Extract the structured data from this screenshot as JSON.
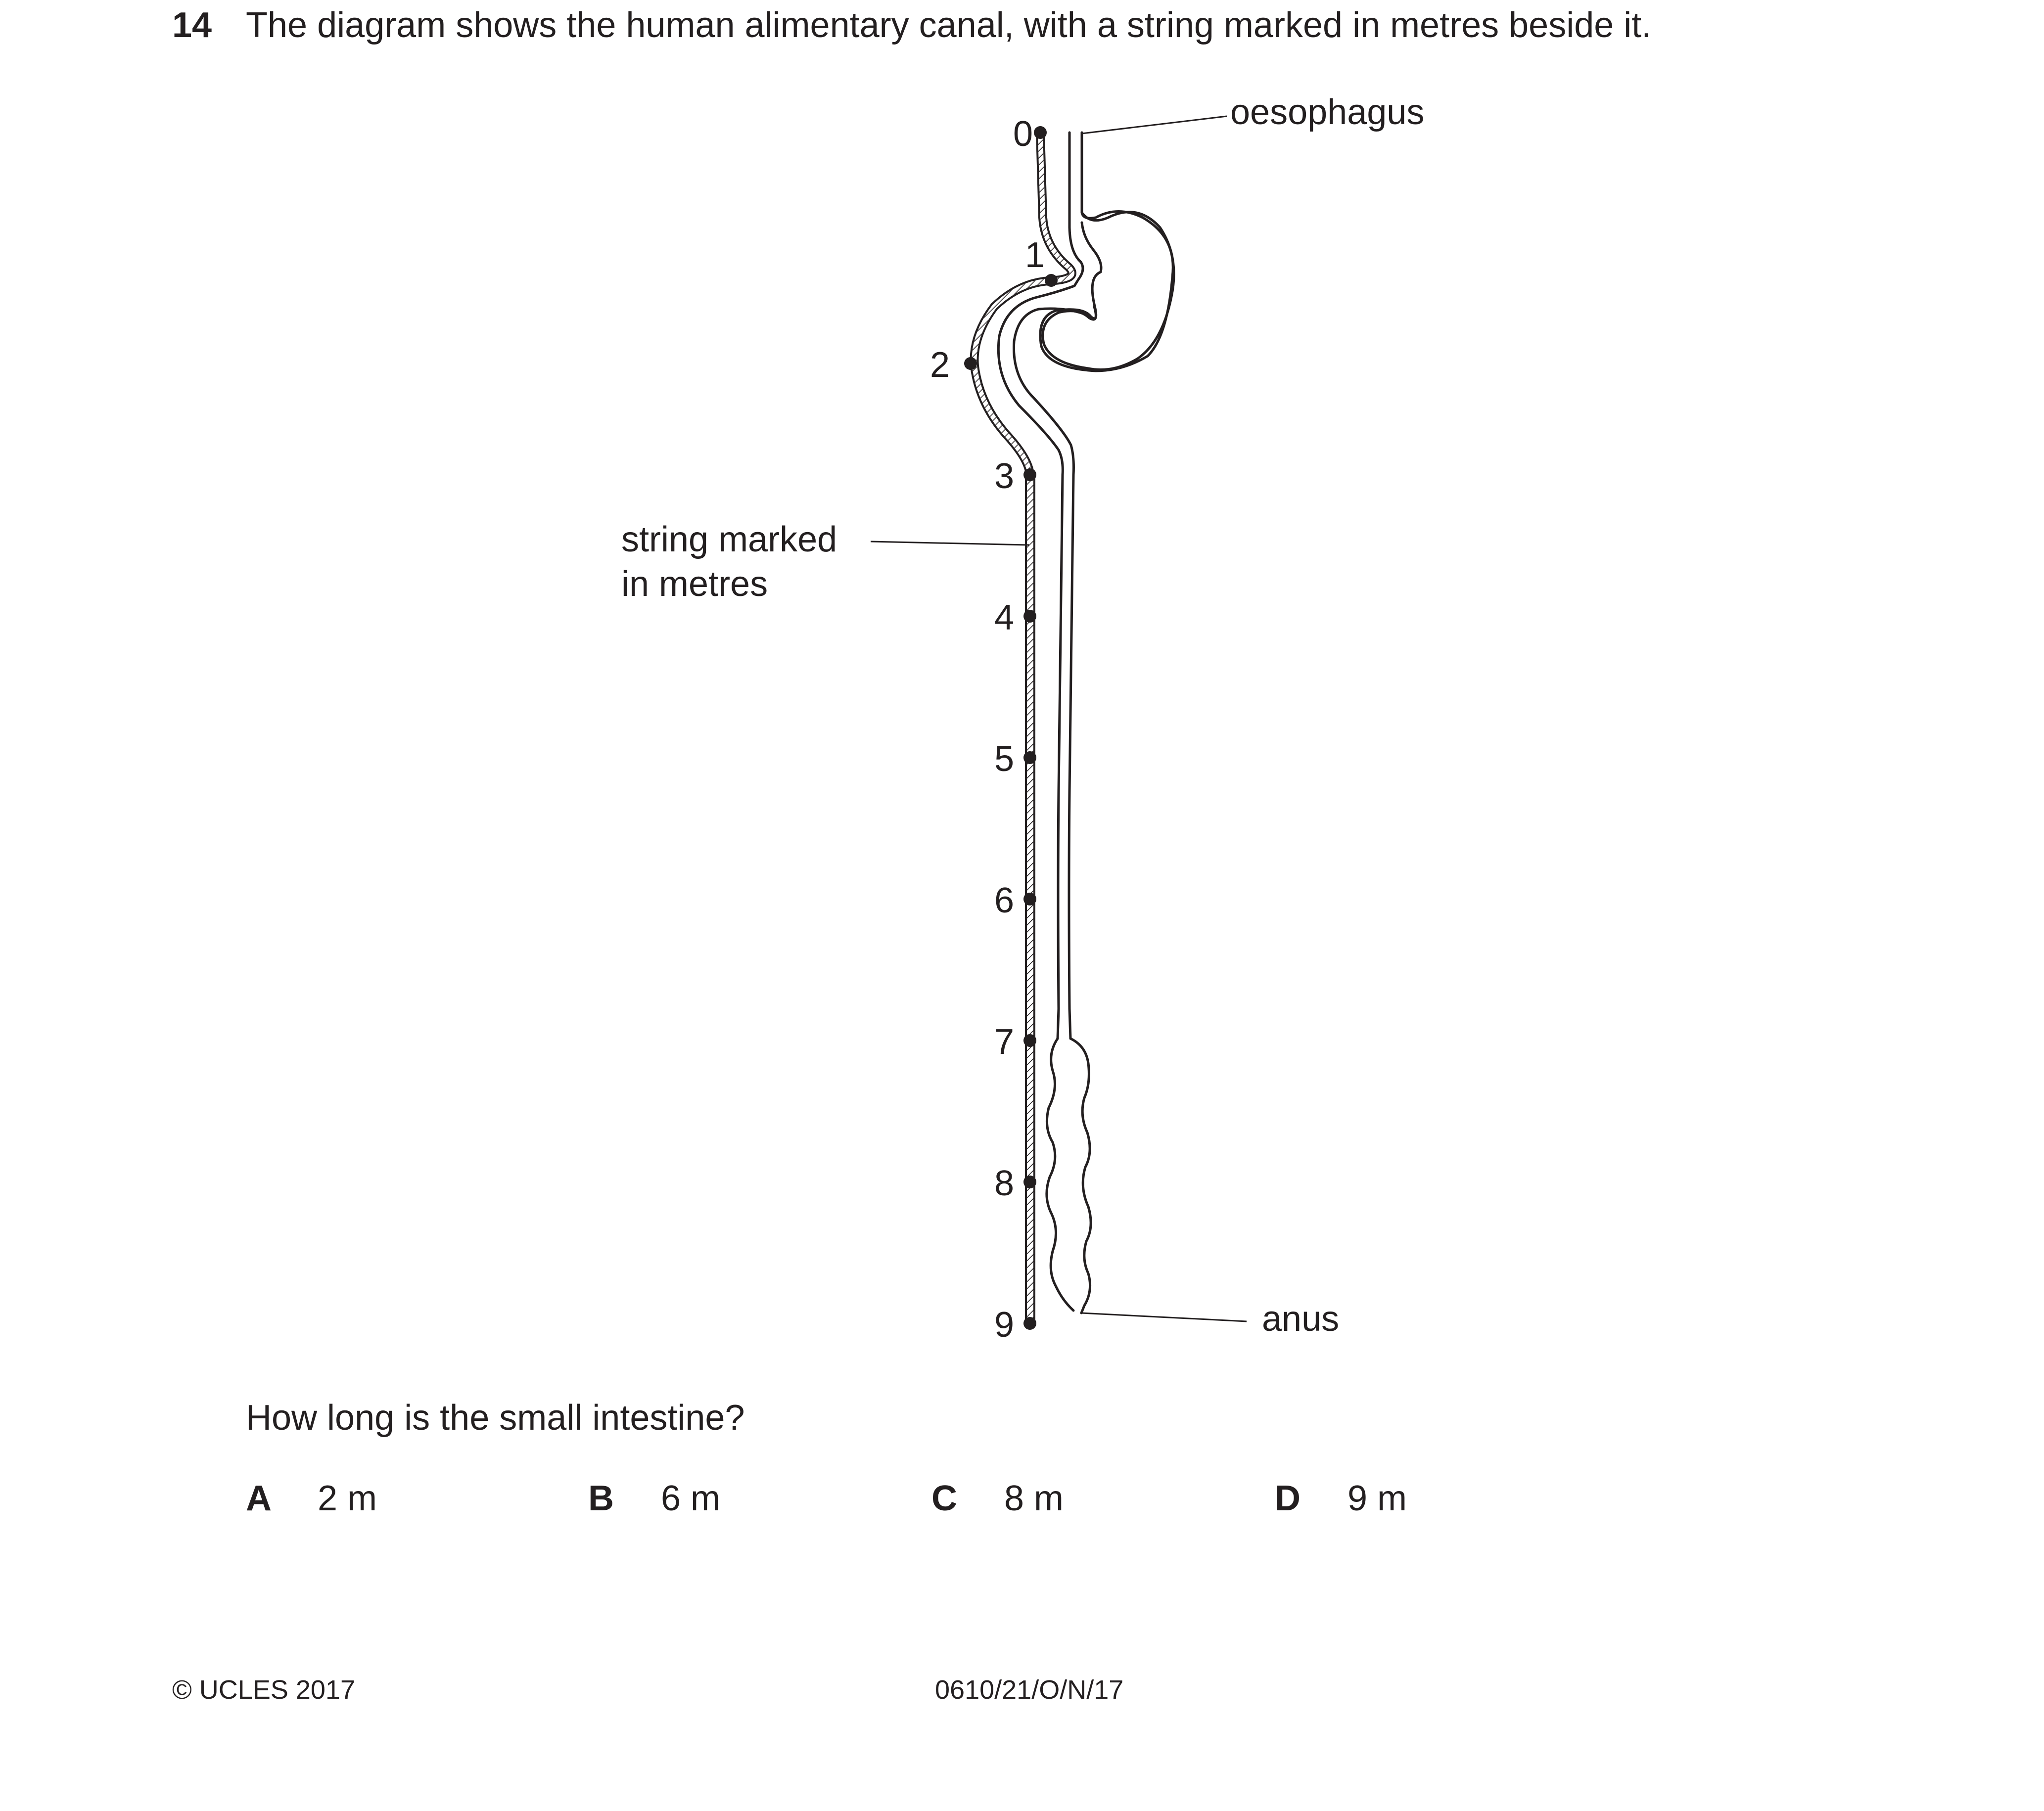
{
  "question": {
    "number": "14",
    "text": "The diagram shows the human alimentary canal, with a string marked in metres beside it.",
    "prompt": "How long is the small intestine?"
  },
  "diagram": {
    "labels": {
      "oesophagus": "oesophagus",
      "string_line1": "string marked",
      "string_line2": "in metres",
      "anus": "anus"
    },
    "string_marks": [
      "0",
      "1",
      "2",
      "3",
      "4",
      "5",
      "6",
      "7",
      "8",
      "9"
    ]
  },
  "options": [
    {
      "letter": "A",
      "value": "2 m"
    },
    {
      "letter": "B",
      "value": "6 m"
    },
    {
      "letter": "C",
      "value": "8 m"
    },
    {
      "letter": "D",
      "value": "9 m"
    }
  ],
  "footer": {
    "copyright": "© UCLES 2017",
    "code": "0610/21/O/N/17"
  }
}
